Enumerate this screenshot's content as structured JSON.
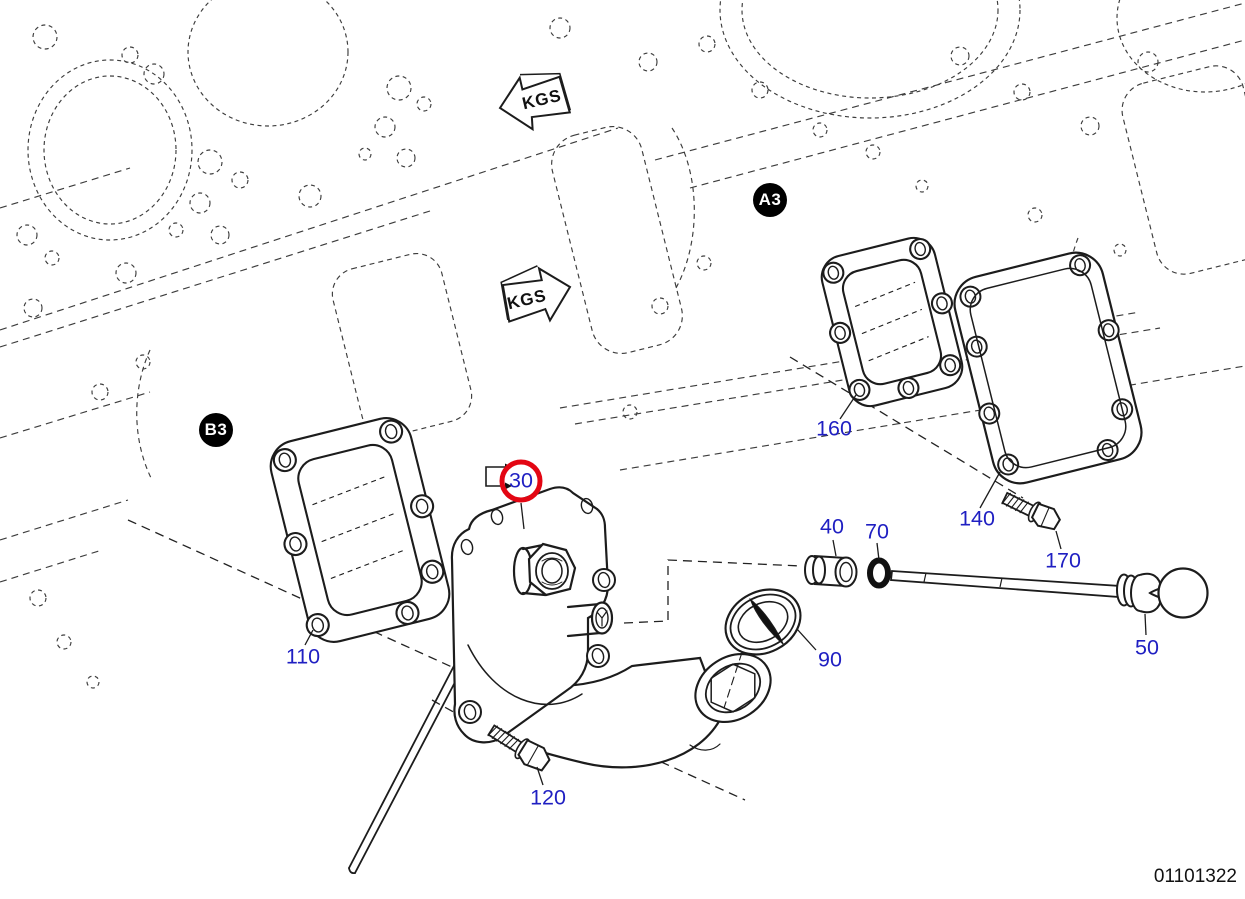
{
  "drawing": {
    "number": "01101322",
    "view_badges": [
      {
        "label": "A3"
      },
      {
        "label": "B3"
      }
    ],
    "direction_arrows": [
      {
        "label": "KGS",
        "direction": "left"
      },
      {
        "label": "KGS",
        "direction": "right"
      }
    ],
    "callouts": [
      {
        "ref": "30",
        "highlighted": true
      },
      {
        "ref": "40",
        "highlighted": false
      },
      {
        "ref": "50",
        "highlighted": false
      },
      {
        "ref": "70",
        "highlighted": false
      },
      {
        "ref": "90",
        "highlighted": false
      },
      {
        "ref": "110",
        "highlighted": false
      },
      {
        "ref": "120",
        "highlighted": false
      },
      {
        "ref": "140",
        "highlighted": false
      },
      {
        "ref": "160",
        "highlighted": false
      },
      {
        "ref": "170",
        "highlighted": false
      }
    ],
    "colors": {
      "callout_blue": "#1f1fc2",
      "highlight_red": "#e30613",
      "line_black": "#1c1c1c"
    }
  }
}
